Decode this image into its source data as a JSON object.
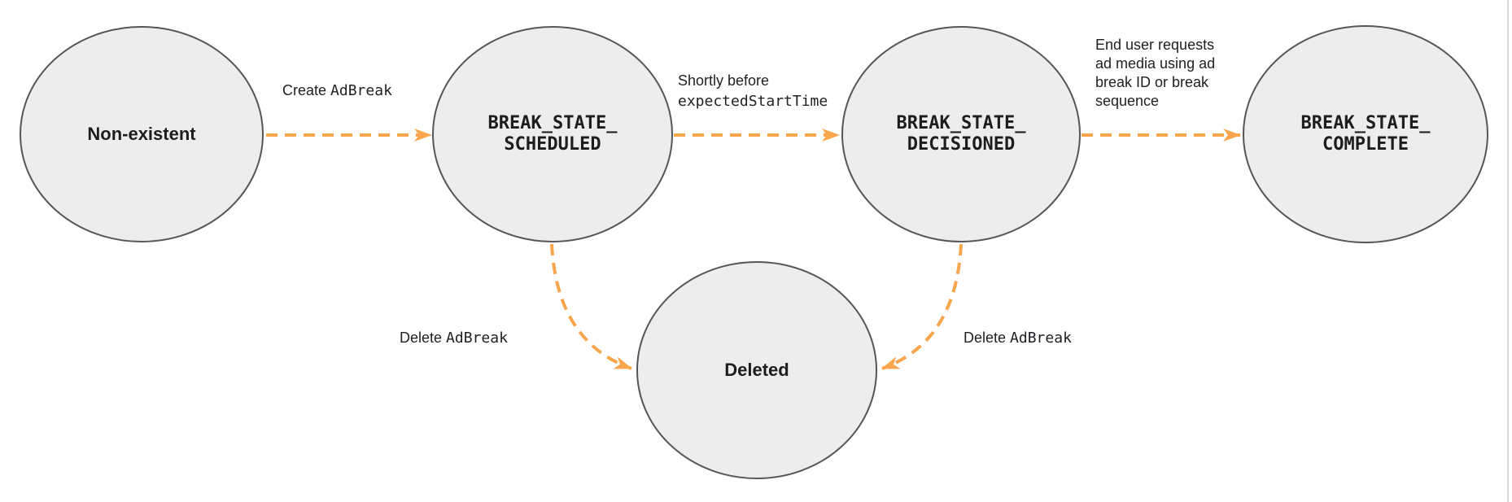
{
  "colors": {
    "arrow": "#F9A54C",
    "node_fill": "#EDEDED",
    "node_stroke": "#55565A",
    "text": "#202124",
    "page_border": "#D8D8D8"
  },
  "states": {
    "non_existent": {
      "label": "Non-existent"
    },
    "scheduled": {
      "line1": "BREAK_STATE_",
      "line2": "SCHEDULED"
    },
    "decisioned": {
      "line1": "BREAK_STATE_",
      "line2": "DECISIONED"
    },
    "complete": {
      "line1": "BREAK_STATE_",
      "line2": "COMPLETE"
    },
    "deleted": {
      "label": "Deleted"
    }
  },
  "transitions": {
    "create": {
      "text_sans": "Create",
      "text_mono": "AdBreak"
    },
    "shortly_before": {
      "line1_sans": "Shortly before",
      "line2_mono": "expectedStartTime"
    },
    "end_user": {
      "lines": [
        "End user requests",
        "ad media using ad",
        "break ID or break",
        "sequence"
      ]
    },
    "delete_left": {
      "text_sans": "Delete",
      "text_mono": "AdBreak"
    },
    "delete_right": {
      "text_sans": "Delete",
      "text_mono": "AdBreak"
    }
  }
}
